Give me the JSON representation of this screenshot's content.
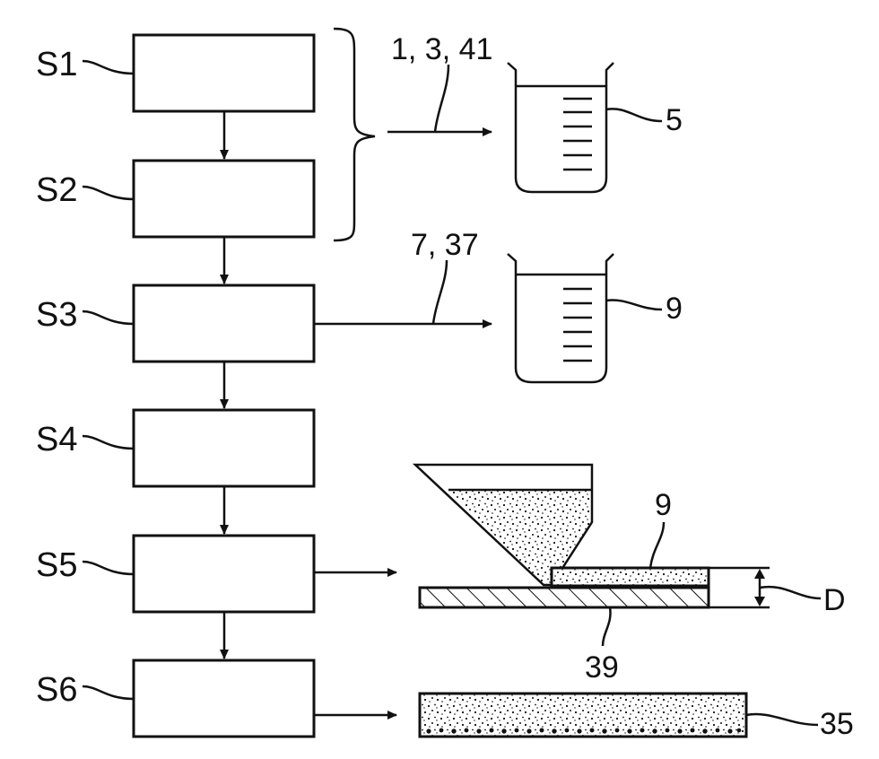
{
  "steps": [
    {
      "label": "S1"
    },
    {
      "label": "S2"
    },
    {
      "label": "S3"
    },
    {
      "label": "S4"
    },
    {
      "label": "S5"
    },
    {
      "label": "S6"
    }
  ],
  "refs": {
    "inputs_top": "1, 3, 41",
    "beaker_top": "5",
    "inputs_mid": "7, 37",
    "beaker_mid": "9",
    "slurry_layer": "9",
    "thickness": "D",
    "substrate": "39",
    "product": "35"
  },
  "colors": {
    "ink": "#111111",
    "paper": "#ffffff"
  }
}
